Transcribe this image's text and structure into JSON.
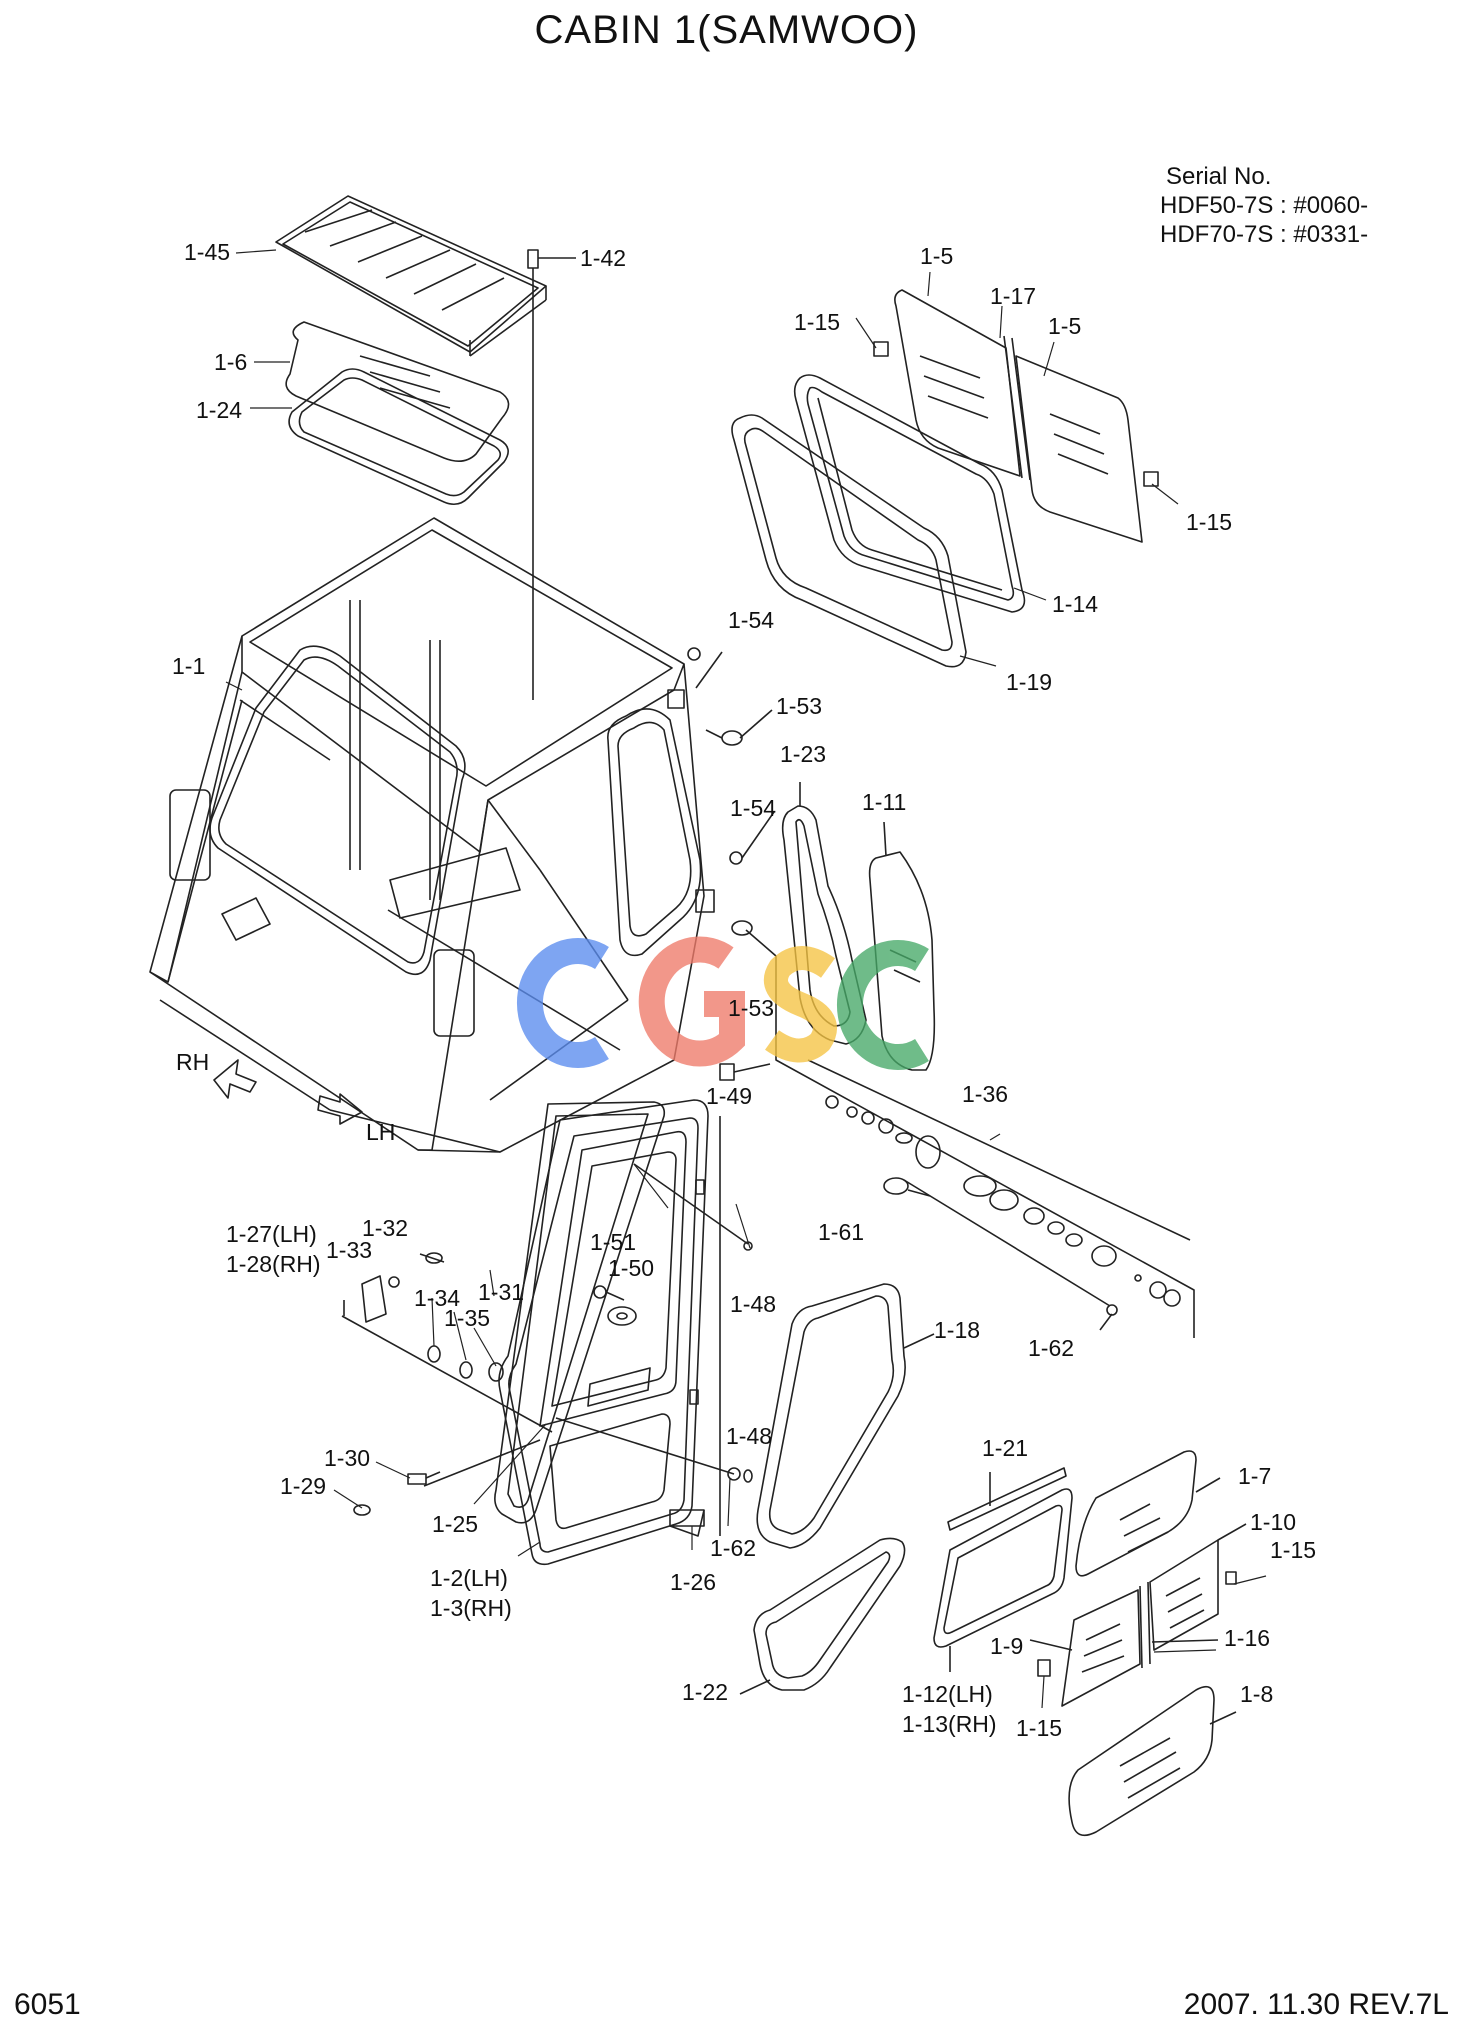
{
  "title": "CABIN 1(SAMWOO)",
  "serial": {
    "heading": "Serial No.",
    "lines": [
      "HDF50-7S : #0060-",
      "HDF70-7S : #0331-"
    ]
  },
  "footer": {
    "page_number": "6051",
    "revision": "2007. 11.30 REV.7L"
  },
  "watermark": "CGSC",
  "direction_labels": {
    "rh": "RH",
    "lh": "LH"
  },
  "callouts": [
    {
      "id": "c145",
      "text": "1-45"
    },
    {
      "id": "c142",
      "text": "1-42"
    },
    {
      "id": "c16",
      "text": "1-6"
    },
    {
      "id": "c124",
      "text": "1-24"
    },
    {
      "id": "c15a",
      "text": "1-5"
    },
    {
      "id": "c117",
      "text": "1-17"
    },
    {
      "id": "c15b",
      "text": "1-5"
    },
    {
      "id": "c115a",
      "text": "1-15"
    },
    {
      "id": "c115b",
      "text": "1-15"
    },
    {
      "id": "c114",
      "text": "1-14"
    },
    {
      "id": "c119",
      "text": "1-19"
    },
    {
      "id": "c11",
      "text": "1-1"
    },
    {
      "id": "c154a",
      "text": "1-54"
    },
    {
      "id": "c153a",
      "text": "1-53"
    },
    {
      "id": "c123",
      "text": "1-23"
    },
    {
      "id": "c111",
      "text": "1-11"
    },
    {
      "id": "c154b",
      "text": "1-54"
    },
    {
      "id": "c153b",
      "text": "1-53"
    },
    {
      "id": "c149",
      "text": "1-49"
    },
    {
      "id": "c136",
      "text": "1-36"
    },
    {
      "id": "c161",
      "text": "1-61"
    },
    {
      "id": "c162a",
      "text": "1-62"
    },
    {
      "id": "c127",
      "text": "1-27(LH)"
    },
    {
      "id": "c128",
      "text": "1-28(RH)"
    },
    {
      "id": "c132",
      "text": "1-32"
    },
    {
      "id": "c133",
      "text": "1-33"
    },
    {
      "id": "c134",
      "text": "1-34"
    },
    {
      "id": "c135",
      "text": "1-35"
    },
    {
      "id": "c131",
      "text": "1-31"
    },
    {
      "id": "c151",
      "text": "1-51"
    },
    {
      "id": "c150",
      "text": "1-50"
    },
    {
      "id": "c148a",
      "text": "1-48"
    },
    {
      "id": "c118",
      "text": "1-18"
    },
    {
      "id": "c148b",
      "text": "1-48"
    },
    {
      "id": "c130",
      "text": "1-30"
    },
    {
      "id": "c129",
      "text": "1-29"
    },
    {
      "id": "c125",
      "text": "1-25"
    },
    {
      "id": "c162b",
      "text": "1-62"
    },
    {
      "id": "c126",
      "text": "1-26"
    },
    {
      "id": "c12",
      "text": "1-2(LH)"
    },
    {
      "id": "c13",
      "text": "1-3(RH)"
    },
    {
      "id": "c121",
      "text": "1-21"
    },
    {
      "id": "c17",
      "text": "1-7"
    },
    {
      "id": "c110",
      "text": "1-10"
    },
    {
      "id": "c115c",
      "text": "1-15"
    },
    {
      "id": "c19",
      "text": "1-9"
    },
    {
      "id": "c116",
      "text": "1-16"
    },
    {
      "id": "c115d",
      "text": "1-15"
    },
    {
      "id": "c112",
      "text": "1-12(LH)"
    },
    {
      "id": "c113",
      "text": "1-13(RH)"
    },
    {
      "id": "c122",
      "text": "1-22"
    },
    {
      "id": "c18",
      "text": "1-8"
    }
  ]
}
